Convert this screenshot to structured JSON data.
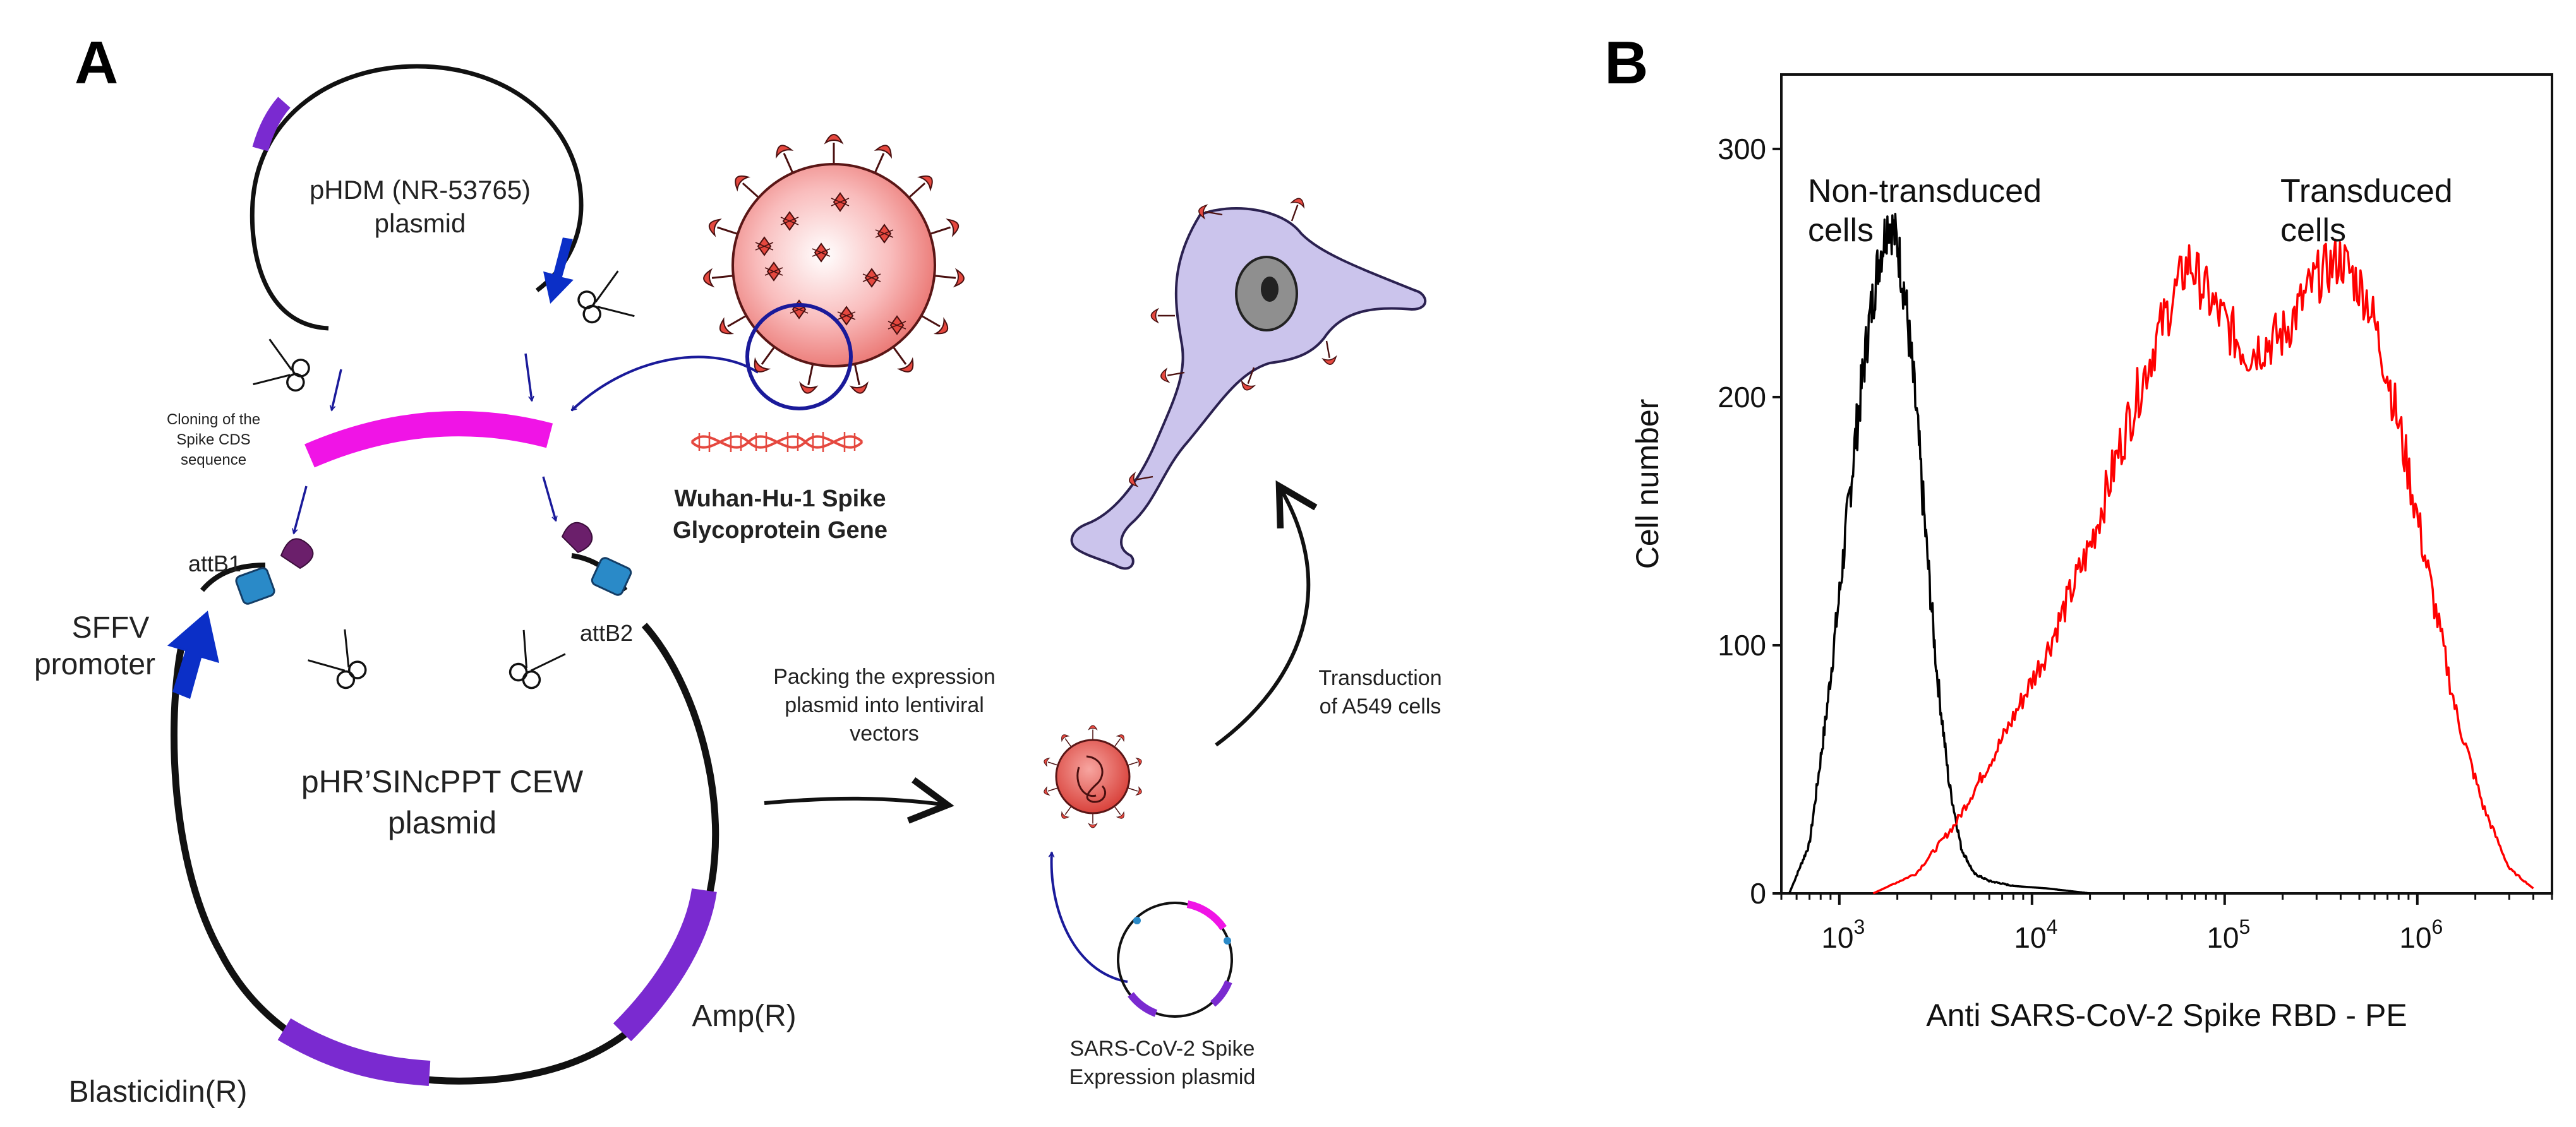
{
  "panel_a": {
    "letter": "A",
    "phdm_line1": "pHDM (NR-53765)",
    "phdm_line2": "plasmid",
    "cloning_line1": "Cloning of the",
    "cloning_line2": "Spike CDS",
    "cloning_line3": "sequence",
    "gene_line1": "Wuhan-Hu-1 Spike",
    "gene_line2": "Glycoprotein Gene",
    "attb1": "attB1",
    "attb2": "attB2",
    "sffv_line1": "SFFV",
    "sffv_line2": "promoter",
    "phr_line1": "pHR’SINcPPT CEW",
    "phr_line2": "plasmid",
    "blasticidin": "Blasticidin(R)",
    "amp": "Amp(R)",
    "packing_line1": "Packing the expression",
    "packing_line2": "plasmid into lentiviral",
    "packing_line3": "vectors",
    "transduction_line1": "Transduction",
    "transduction_line2": "of A549 cells",
    "expression_line1": "SARS-CoV-2 Spike",
    "expression_line2": "Expression plasmid",
    "colors": {
      "spike_cds": "#f014e6",
      "promoter": "#0b2fc7",
      "att_site": "#6b1f6b",
      "resistance": "#7a2ad0",
      "attB_box": "#2a8ac8",
      "virus": "#e5483f",
      "cell": "#cbc4ec",
      "arrow_blue": "#1a1a9a"
    }
  },
  "panel_b": {
    "letter": "B",
    "chart_data": {
      "type": "line",
      "xlabel": "Anti SARS-CoV-2 Spike RBD - PE",
      "ylabel": "Cell number",
      "x_scale": "log",
      "xlim": [
        500,
        5000000
      ],
      "ylim": [
        0,
        330
      ],
      "yticks": [
        0,
        100,
        200,
        300
      ],
      "xticks": [
        {
          "value": 1000,
          "label": "10",
          "exp": "3"
        },
        {
          "value": 10000,
          "label": "10",
          "exp": "4"
        },
        {
          "value": 100000,
          "label": "10",
          "exp": "5"
        },
        {
          "value": 1000000,
          "label": "10",
          "exp": "6"
        }
      ],
      "annotations": [
        {
          "line1": "Non-transduced",
          "line2": "cells"
        },
        {
          "line1": "Transduced",
          "line2": "cells"
        }
      ],
      "series": [
        {
          "color": "#000000",
          "x": [
            550,
            700,
            850,
            1000,
            1200,
            1400,
            1600,
            1800,
            2000,
            2200,
            2500,
            2800,
            3200,
            3700,
            4300,
            5000,
            6000,
            8000,
            12000,
            20000
          ],
          "y": [
            0,
            20,
            70,
            120,
            180,
            225,
            255,
            272,
            262,
            240,
            195,
            145,
            90,
            45,
            18,
            8,
            5,
            3,
            2,
            0
          ]
        },
        {
          "color": "#ff0000",
          "x": [
            1500,
            2500,
            4000,
            7000,
            12000,
            20000,
            30000,
            45000,
            65000,
            90000,
            130000,
            200000,
            300000,
            400000,
            550000,
            700000,
            900000,
            1200000,
            1600000,
            2200000,
            3000000,
            4000000
          ],
          "y": [
            0,
            8,
            28,
            62,
            98,
            140,
            185,
            225,
            255,
            235,
            218,
            225,
            248,
            256,
            240,
            210,
            170,
            120,
            72,
            35,
            10,
            2
          ]
        }
      ]
    }
  }
}
